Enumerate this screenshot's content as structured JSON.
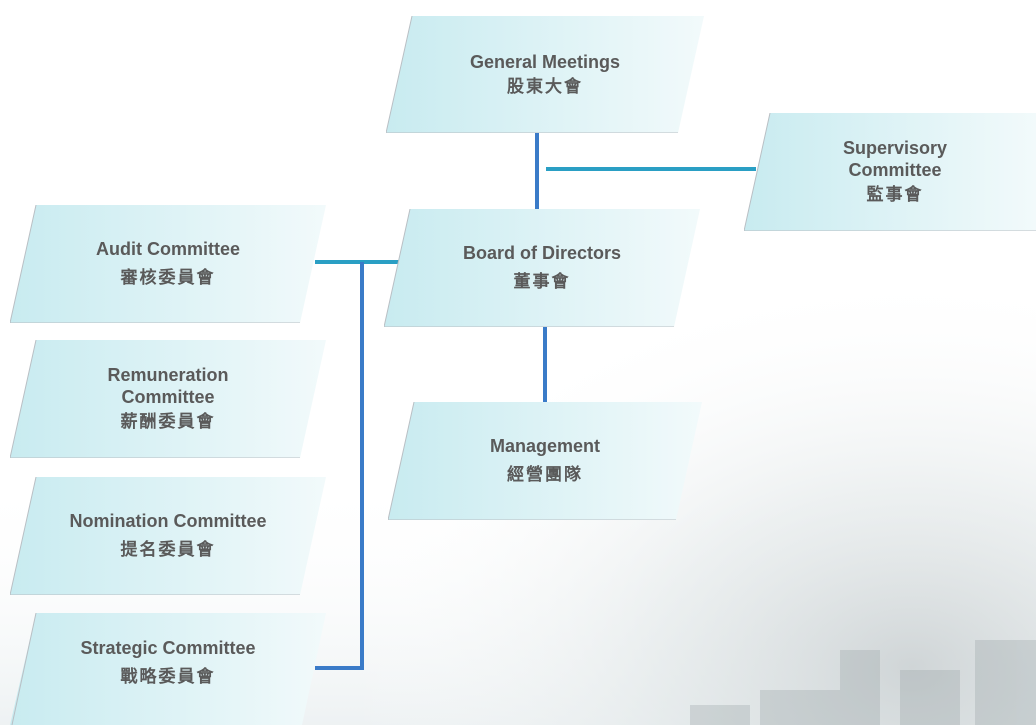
{
  "nodes": {
    "general_meetings": {
      "en": "General Meetings",
      "zh": "股東大會"
    },
    "supervisory_committee": {
      "en": "Supervisory Committee",
      "zh": "監事會"
    },
    "board_of_directors": {
      "en": "Board of Directors",
      "zh": "董事會"
    },
    "management": {
      "en": "Management",
      "zh": "經營團隊"
    },
    "audit_committee": {
      "en": "Audit Committee",
      "zh": "審核委員會"
    },
    "remuneration_committee": {
      "en": "Remuneration Committee",
      "zh": "薪酬委員會"
    },
    "nomination_committee": {
      "en": "Nomination Committee",
      "zh": "提名委員會"
    },
    "strategic_committee": {
      "en": "Strategic Committee",
      "zh": "戰略委員會"
    }
  },
  "colors": {
    "connector": "#2a9fc4",
    "connector_dark": "#3a7bc8",
    "box_fill_start": "#c8ebf0",
    "box_fill_end": "#f2fafb",
    "box_edge": "#b9bfc4",
    "text": "#5a5a5a"
  }
}
